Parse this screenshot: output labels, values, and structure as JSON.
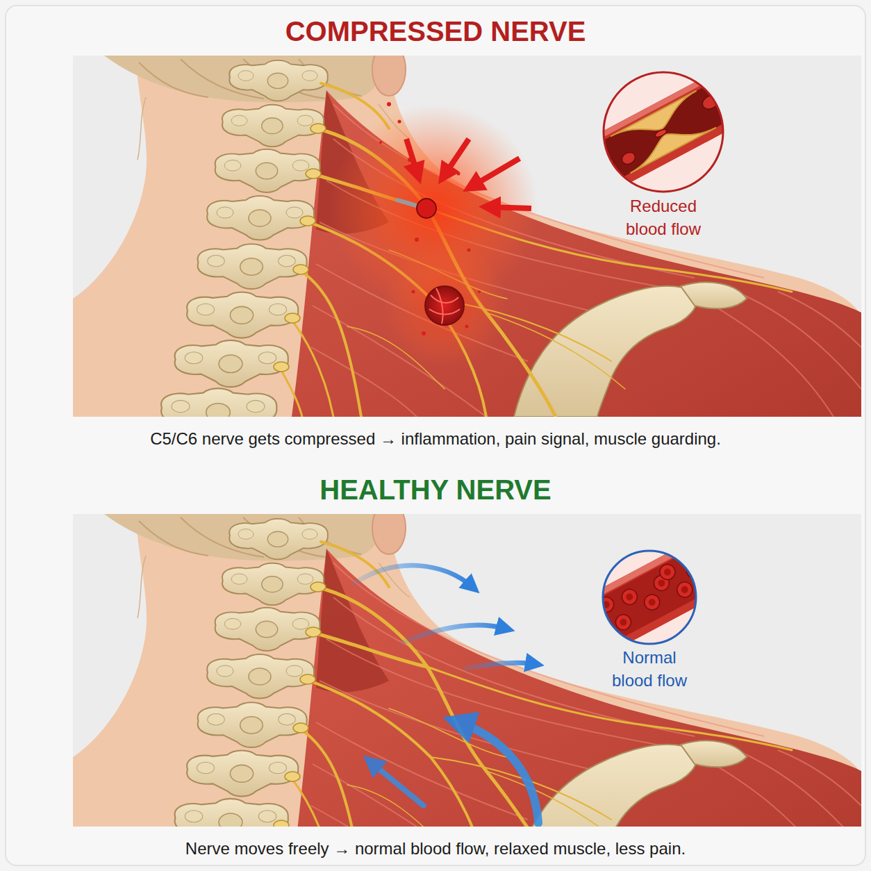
{
  "diagram": {
    "nodes": [
      {
        "text": [
          "COMPRESSED NERVE",
          "C5/C6 nerve gets compressed → inflammation, pain signal, muscle guarding."
        ]
      },
      {
        "text": [
          "Reduced blood flow"
        ],
        "in": 0
      },
      {
        "text": [
          "HEALTHY NERVE",
          "Nerve moves freely → normal blood flow, relaxed muscle, less pain."
        ]
      },
      {
        "text": [
          "Normal blood flow"
        ],
        "in": 2
      }
    ]
  }
}
